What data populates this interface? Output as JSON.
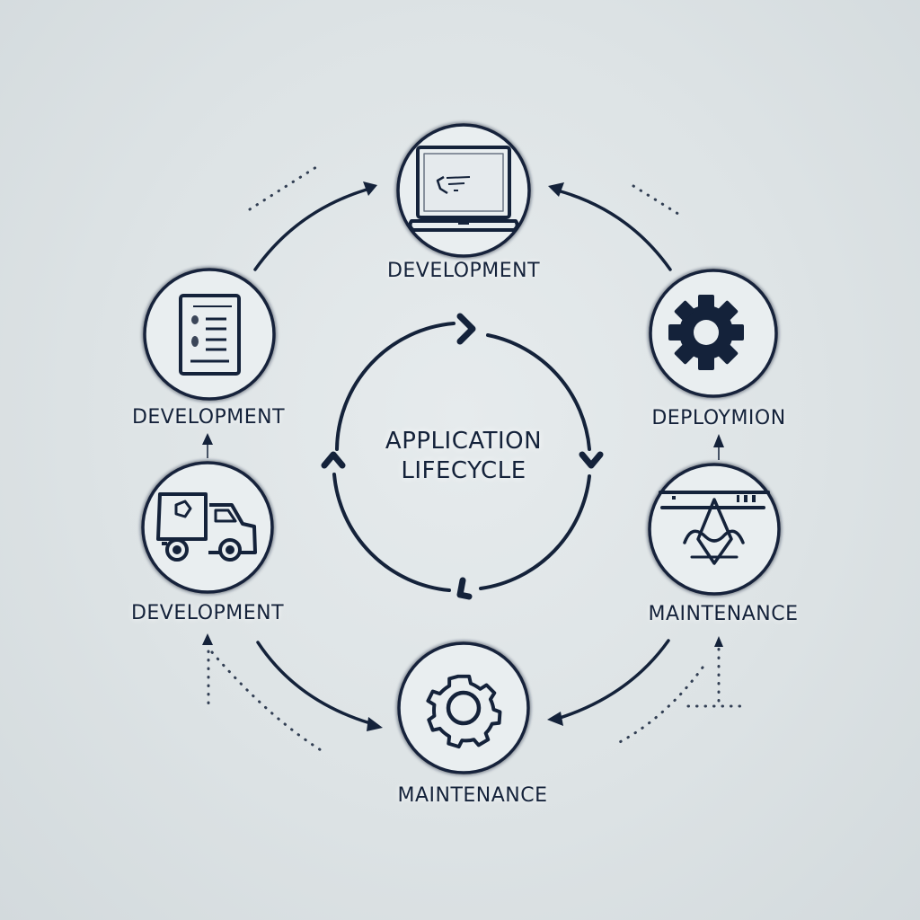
{
  "diagram": {
    "title_line1": "APPLICATION",
    "title_line2": "LIFECYCLE",
    "colors": {
      "stroke": "#14223a",
      "background": "#dfe5e7",
      "node_fill": "#e9eef0"
    },
    "nodes": [
      {
        "id": "top",
        "label": "DEVELOPMENT",
        "icon": "laptop-code-icon"
      },
      {
        "id": "upper-left",
        "label": "DEVELOPMENT",
        "icon": "document-list-icon"
      },
      {
        "id": "upper-right",
        "label": "DEPLOYMION",
        "icon": "gear-solid-icon"
      },
      {
        "id": "lower-left",
        "label": "DEVELOPMENT",
        "icon": "delivery-truck-icon"
      },
      {
        "id": "lower-right",
        "label": "MAINTENANCE",
        "icon": "browser-window-icon"
      },
      {
        "id": "bottom",
        "label": "MAINTENANCE",
        "icon": "gear-outline-icon"
      }
    ]
  }
}
